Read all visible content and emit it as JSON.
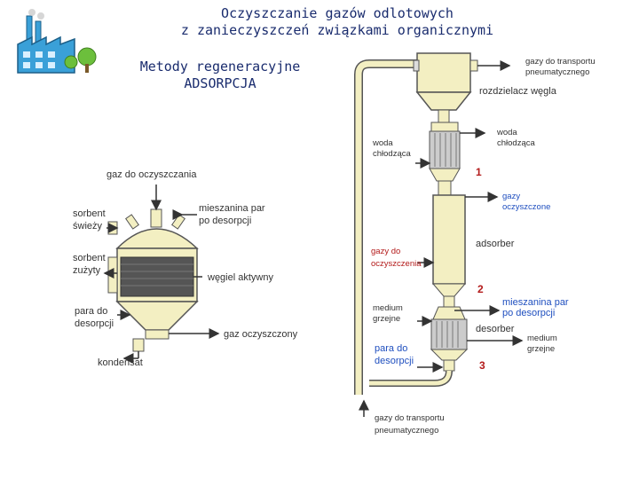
{
  "title": {
    "line1": "Oczyszczanie gazów odlotowych",
    "line2": "z zanieczyszczeń związkami organicznymi"
  },
  "subtitle": {
    "line1": "Metody regeneracyjne",
    "line2": "ADSORPCJA"
  },
  "left_diagram": {
    "gas_in": "gaz do oczyszczania",
    "fresh_sorbent_1": "sorbent",
    "fresh_sorbent_2": "świeży",
    "used_sorbent_1": "sorbent",
    "used_sorbent_2": "zużyty",
    "vapor_mix_1": "mieszanina par",
    "vapor_mix_2": "po desorpcji",
    "activated_carbon": "węgiel aktywny",
    "steam_1": "para do",
    "steam_2": "desorpcji",
    "clean_gas": "gaz oczyszczony",
    "condensate": "kondensat"
  },
  "right_diagram": {
    "transport_gas_top_1": "gazy do transportu",
    "transport_gas_top_2": "pneumatycznego",
    "carbon_separator": "rozdzielacz węgla",
    "cooling_water_left_1": "woda",
    "cooling_water_left_2": "chłodząca",
    "cooling_water_right_1": "woda",
    "cooling_water_right_2": "chłodząca",
    "num1": "1",
    "clean_gases_1": "gazy",
    "clean_gases_2": "oczyszczone",
    "gas_in_1": "gazy do",
    "gas_in_2": "oczyszczenia",
    "adsorber": "adsorber",
    "num2": "2",
    "medium_left_1": "medium",
    "medium_left_2": "grzejne",
    "vapor_mix_1": "mieszanina par",
    "vapor_mix_2": "po desorpcji",
    "desorber": "desorber",
    "steam_1": "para do",
    "steam_2": "desorpcji",
    "medium_right_1": "medium",
    "medium_right_2": "grzejne",
    "num3": "3",
    "transport_gas_bottom_1": "gazy do transportu",
    "transport_gas_bottom_2": "pneumatycznego"
  },
  "colors": {
    "title": "#1a2c6e",
    "vessel": "#f3efc2",
    "outline": "#555555",
    "label_blue": "#1f4fbf",
    "label_red": "#b31a1a",
    "factory": "#3aa0d8",
    "tree": "#6cbf3c"
  }
}
